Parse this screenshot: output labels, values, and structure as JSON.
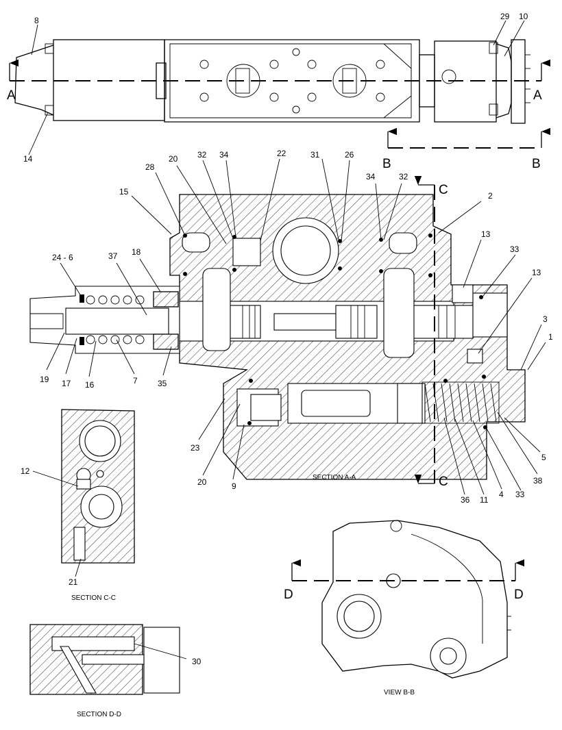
{
  "diagram": {
    "callouts_top_view": [
      "8",
      "14",
      "29",
      "10"
    ],
    "section_arrows": {
      "a_left": "A",
      "a_right": "A",
      "b_left": "B",
      "b_right": "B",
      "c_top": "C",
      "c_bottom": "C",
      "d_left": "D",
      "d_right": "D"
    },
    "callouts_section_aa": [
      "28",
      "20",
      "32",
      "34",
      "22",
      "31",
      "26",
      "34",
      "32",
      "2",
      "15",
      "24 - 6",
      "37",
      "18",
      "13",
      "33",
      "13",
      "3",
      "1",
      "19",
      "17",
      "16",
      "7",
      "35",
      "23",
      "20",
      "9",
      "36",
      "11",
      "4",
      "33",
      "38",
      "5"
    ],
    "callouts_section_cc": [
      "12",
      "21"
    ],
    "callouts_section_dd": [
      "30"
    ],
    "captions": {
      "section_aa": "SECTION A-A",
      "section_cc": "SECTION C-C",
      "section_dd": "SECTION D-D",
      "view_bb": "VIEW B-B"
    }
  }
}
